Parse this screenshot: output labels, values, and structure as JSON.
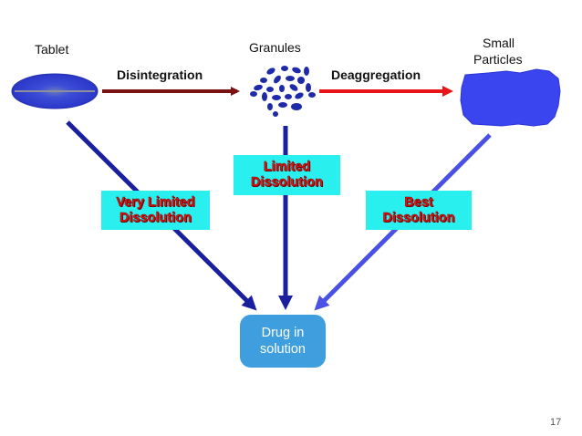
{
  "nodes": {
    "tablet": "Tablet",
    "granules": "Granules",
    "small_particles_line1": "Small",
    "small_particles_line2": "Particles",
    "solution_line1": "Drug in",
    "solution_line2": "solution"
  },
  "edges": {
    "disintegration": "Disintegration",
    "deaggregation": "Deaggregation"
  },
  "dissolution": {
    "tablet_line1": "Very Limited",
    "tablet_line2": "Dissolution",
    "granules_line1": "Limited",
    "granules_line2": "Dissolution",
    "particles_line1": "Best",
    "particles_line2": "Dissolution"
  },
  "page_number": "17",
  "colors": {
    "disintegration_arrow": "#7a1212",
    "deaggregation_arrow": "#e8141a",
    "tablet_arrow": "#1a1f9e",
    "granules_arrow": "#1a1f9e",
    "particles_arrow": "#4a52e6",
    "dissolution_box": "#29f0ee",
    "dissolution_text": "#e01515",
    "solution_box": "#3f9fde",
    "tablet_fill": "#2c3bd6",
    "particles_fill": "#3a45f0",
    "granule_fill": "#1e2aa8"
  }
}
